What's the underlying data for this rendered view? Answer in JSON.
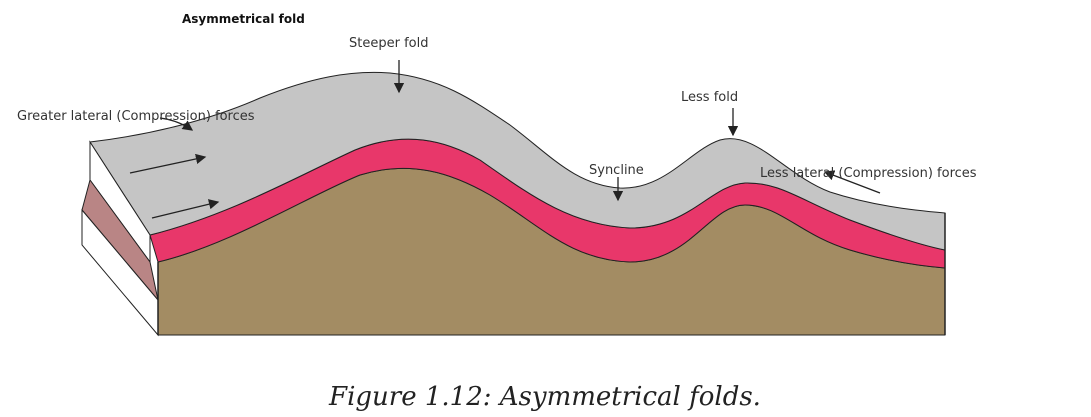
{
  "diagram": {
    "title": "Asymmetrical fold",
    "labels": {
      "steeper_fold": "Steeper fold",
      "greater_forces": "Greater lateral (Compression) forces",
      "less_fold": "Less fold",
      "syncline": "Syncline",
      "less_forces": "Less lateral (Compression) forces"
    },
    "caption": "Figure 1.12: Asymmetrical folds."
  },
  "colors": {
    "top_layer": "#c5c5c5",
    "middle_layer": "#e8376a",
    "base_layer": "#a38c63",
    "side_face_stripe": "#b98585",
    "outline": "#222222"
  }
}
